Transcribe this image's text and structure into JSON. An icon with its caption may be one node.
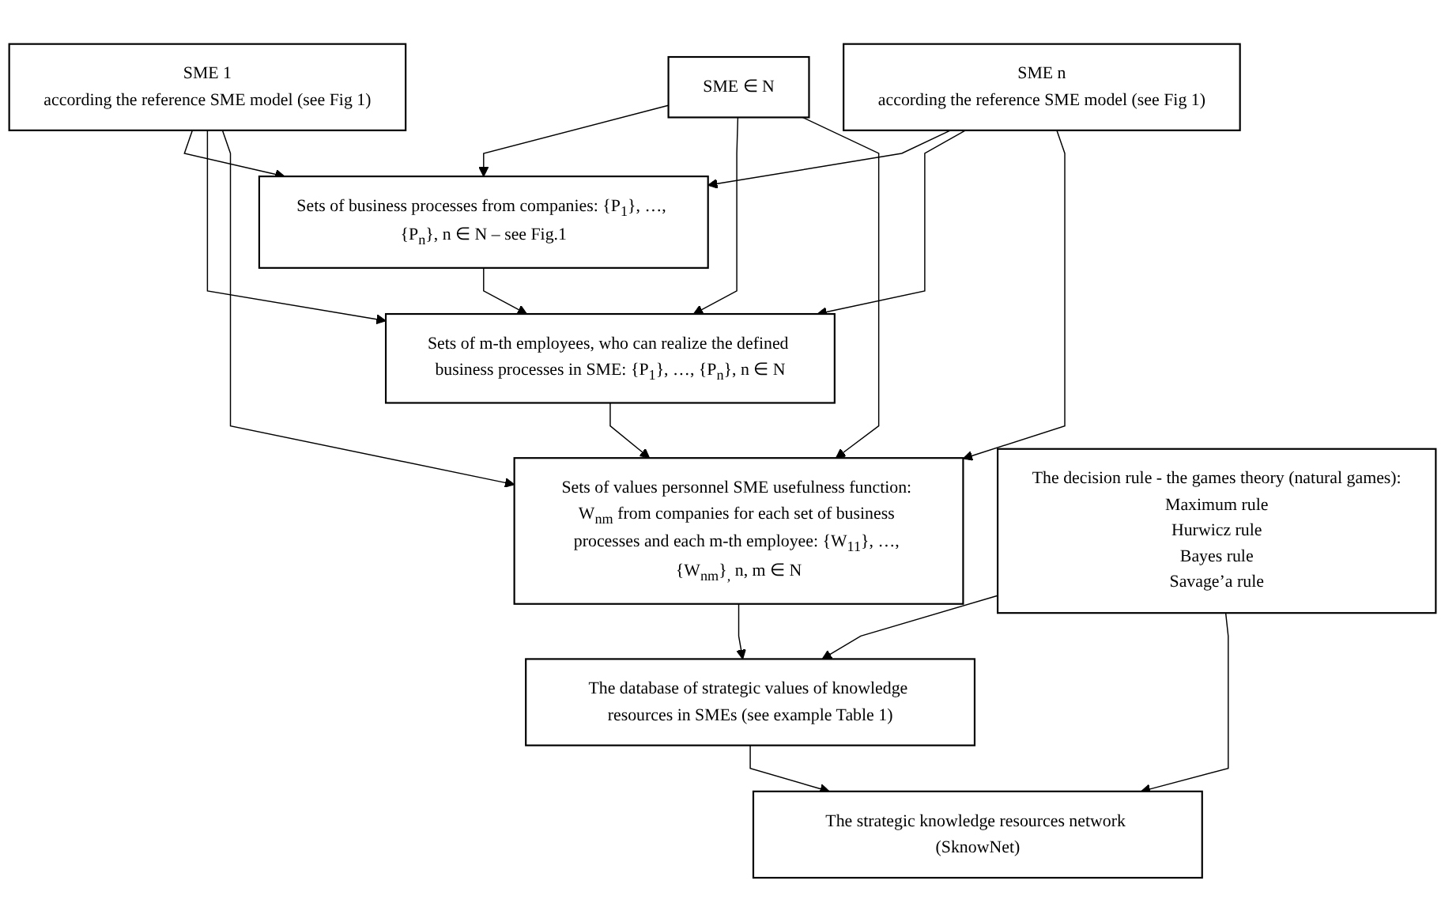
{
  "diagram": {
    "nodes": [
      {
        "text": [
          "SME 1",
          "according the reference SME model (see Fig 1)"
        ]
      },
      {
        "text": [
          "SME ∈ N"
        ]
      },
      {
        "text": [
          "SME n",
          "according the reference SME model (see Fig 1)"
        ]
      },
      {
        "text": [
          "Sets of business processes from companies: {P$_{1}$}, …, {P$_{n}$}, n ∈ N – see Fig.1"
        ]
      },
      {
        "text": [
          "Sets of m-th employees, who can realize the defined business processes in SME: {P$_{1}$}, …, {P$_{n}$}, n ∈ N"
        ]
      },
      {
        "text": [
          "Sets of values personnel SME usefulness function: W$_{nm}$ from companies for each set of business processes and each m-th employee: {W$_{11}$}, …, {W$_{nm}$}$_{,}$ n, m ∈ N"
        ]
      },
      {
        "text": [
          "The decision rule - the games theory (natural games):",
          "Maximum rule",
          "Hurwicz rule",
          "Bayes rule",
          "Savage’a rule"
        ]
      },
      {
        "text": [
          "The database of strategic values of knowledge resources in SMEs (see example Table 1)"
        ]
      },
      {
        "text": [
          "The strategic knowledge resources network (SknowNet)"
        ]
      }
    ],
    "edges": [
      {
        "from": 0,
        "to": 3,
        "arrow": "to"
      },
      {
        "from": 0,
        "to": 4,
        "arrow": "to"
      },
      {
        "from": 0,
        "to": 5,
        "arrow": "to"
      },
      {
        "from": 1,
        "to": 3,
        "arrow": "to"
      },
      {
        "from": 1,
        "to": 4,
        "arrow": "to"
      },
      {
        "from": 1,
        "to": 5,
        "arrow": "to"
      },
      {
        "from": 2,
        "to": 3,
        "arrow": "to"
      },
      {
        "from": 2,
        "to": 4,
        "arrow": "to"
      },
      {
        "from": 2,
        "to": 5,
        "arrow": "to"
      },
      {
        "from": 3,
        "to": 4,
        "arrow": "to"
      },
      {
        "from": 4,
        "to": 5,
        "arrow": "to"
      },
      {
        "from": 5,
        "to": 7,
        "arrow": "to"
      },
      {
        "from": 6,
        "to": 7,
        "arrow": "to"
      },
      {
        "from": 6,
        "to": 8,
        "arrow": "to"
      },
      {
        "from": 7,
        "to": 8,
        "arrow": "to"
      }
    ]
  }
}
